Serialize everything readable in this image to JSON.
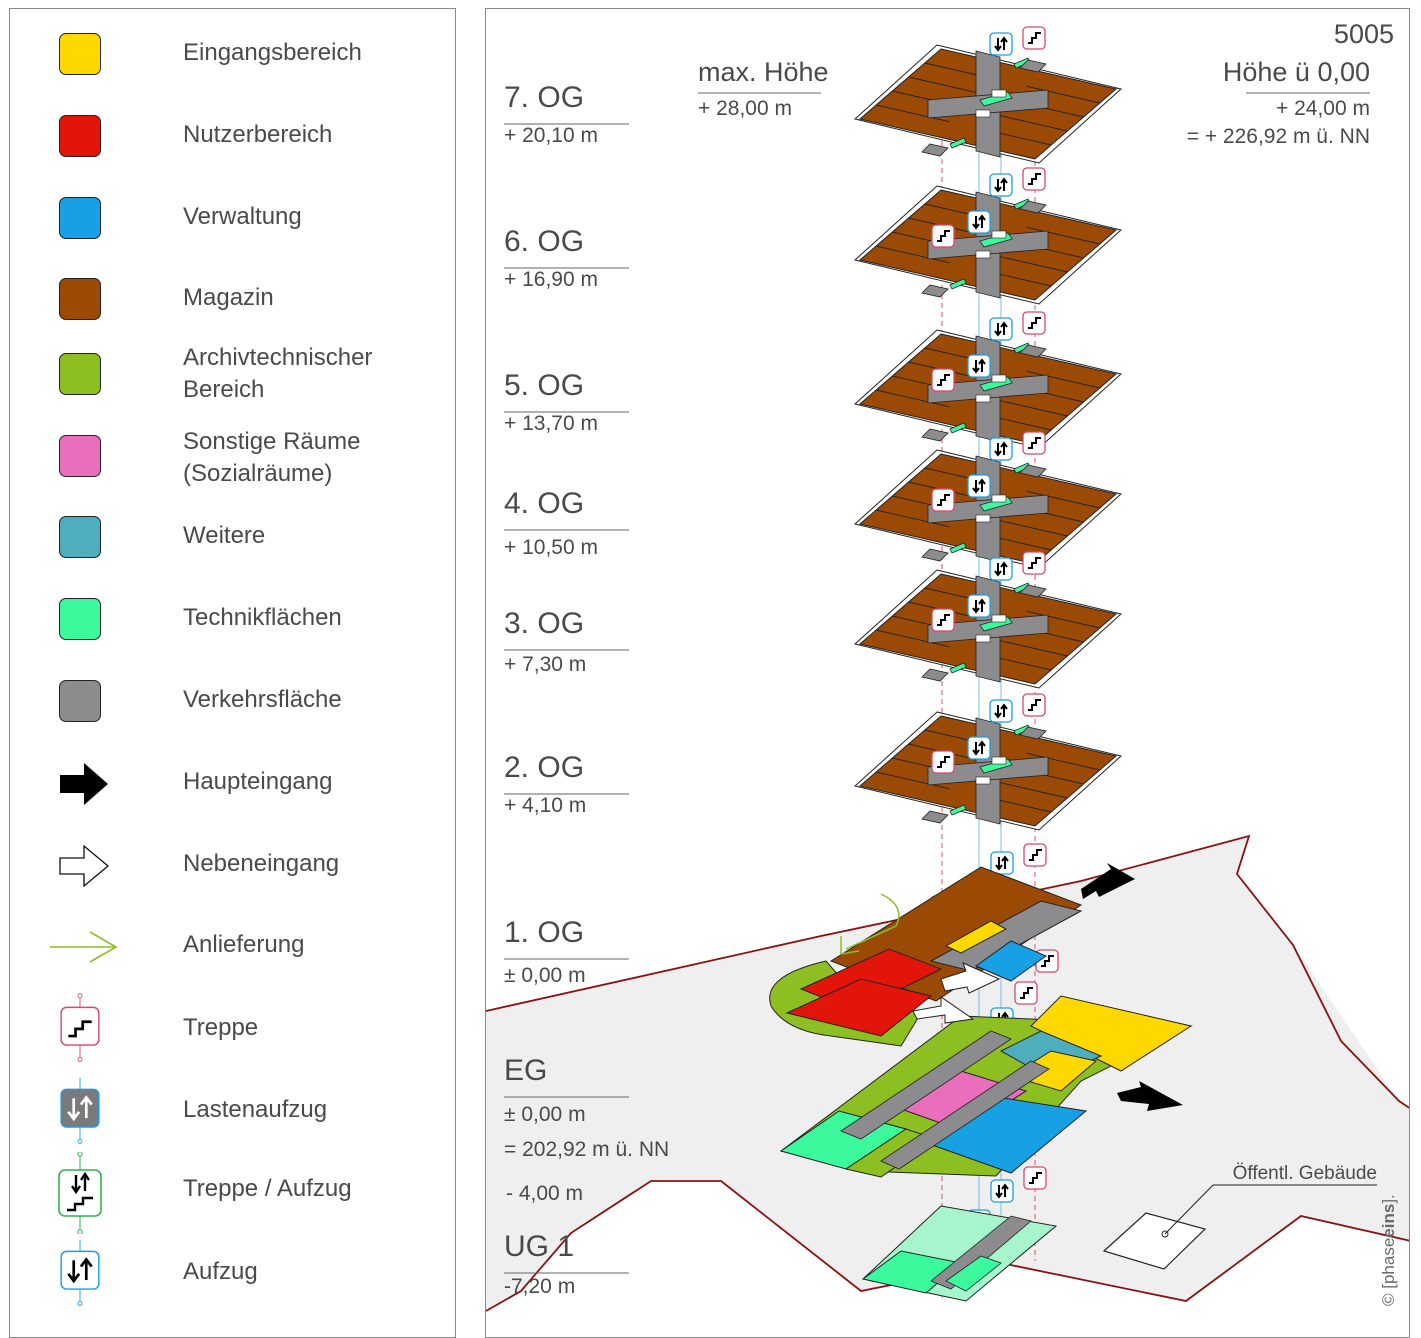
{
  "legend": {
    "items": [
      {
        "label": "Eingangsbereich",
        "color": "#FFD800",
        "icon": "swatch"
      },
      {
        "label": "Nutzerbereich",
        "color": "#E3150A",
        "icon": "swatch"
      },
      {
        "label": "Verwaltung",
        "color": "#17A0E3",
        "icon": "swatch"
      },
      {
        "label": "Magazin",
        "color": "#9B4A06",
        "icon": "swatch"
      },
      {
        "label": "Archivtechnischer\nBereich",
        "color": "#8DBF22",
        "icon": "swatch"
      },
      {
        "label": "Sonstige Räume\n(Sozialräume)",
        "color": "#E96EBC",
        "icon": "swatch"
      },
      {
        "label": "Weitere",
        "color": "#4FAEBE",
        "icon": "swatch"
      },
      {
        "label": "Technikflächen",
        "color": "#3CF99E",
        "icon": "swatch"
      },
      {
        "label": "Verkehrsfläche",
        "color": "#8C8C8E",
        "icon": "swatch"
      },
      {
        "label": "Haupteingang",
        "icon": "main-entrance-arrow-icon"
      },
      {
        "label": "Nebeneingang",
        "icon": "side-entrance-arrow-icon"
      },
      {
        "label": "Anlieferung",
        "icon": "delivery-arrow-icon"
      },
      {
        "label": "Treppe",
        "icon": "stairs-icon"
      },
      {
        "label": "Lastenaufzug",
        "icon": "freight-elevator-icon"
      },
      {
        "label": "Treppe / Aufzug",
        "icon": "stairs-elevator-icon"
      },
      {
        "label": "Aufzug",
        "icon": "elevator-icon"
      }
    ]
  },
  "diagram": {
    "number": "5005",
    "max_height_label": "max. Höhe",
    "max_height_value": "+ 28,00 m",
    "height_label": "Höhe ü 0,00",
    "height_value": "+ 24,00 m",
    "height_nn": "= + 226,92 m ü. NN",
    "public_building_label": "Öffentl. Gebäude",
    "copyright_prefix": "© [phase",
    "copyright_bold": "eins",
    "copyright_suffix": "].",
    "floors": [
      {
        "name": "7. OG",
        "level": "+ 20,10 m"
      },
      {
        "name": "6. OG",
        "level": "+ 16,90 m"
      },
      {
        "name": "5. OG",
        "level": "+ 13,70 m"
      },
      {
        "name": "4. OG",
        "level": "+ 10,50 m"
      },
      {
        "name": "3. OG",
        "level": "+ 7,30 m"
      },
      {
        "name": "2. OG",
        "level": "+ 4,10 m"
      },
      {
        "name": "1. OG",
        "level": "± 0,00 m"
      },
      {
        "name": "EG",
        "level": "± 0,00 m",
        "extra": "= 202,92 m ü. NN"
      },
      {
        "name": "UG 1",
        "level": "-7,20 m",
        "above": "- 4,00 m"
      }
    ]
  },
  "colors": {
    "magazin": "#9B4A06",
    "nutzer": "#E3150A",
    "verwaltung": "#17A0E3",
    "eingang": "#FFD800",
    "archivtech": "#8DBF22",
    "sonstige": "#E96EBC",
    "weitere": "#4FAEBE",
    "technik": "#3CF99E",
    "verkehr": "#8C8C8E",
    "site_line": "#8B1010",
    "site_fill": "#EFEFEF"
  }
}
